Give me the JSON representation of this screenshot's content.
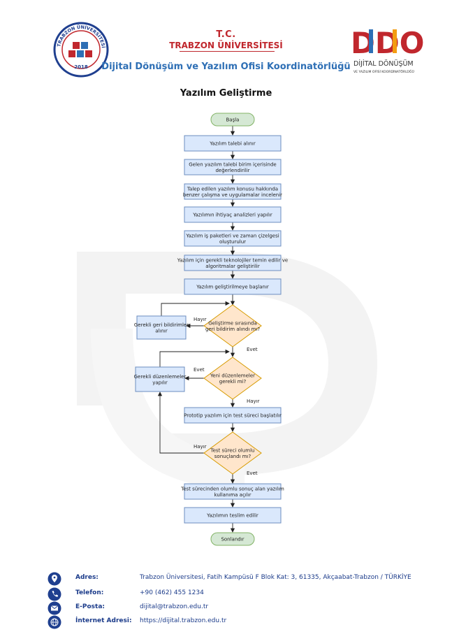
{
  "header": {
    "tc": "T.C.",
    "university": "TRABZON ÜNİVERSİTESİ",
    "office": "Dijital Dönüşüm ve Yazılım Ofisi Koordinatörlüğü",
    "left_logo": {
      "ring_text": "TRABZON ÜNİVERSİTESİ",
      "year": "2018"
    },
    "right_logo": {
      "mark": "DDO",
      "line1": "DİJİTAL DÖNÜŞÜM",
      "line2": "VE YAZILIM OFİSİ KOORDİNATÖRLÜĞÜ"
    }
  },
  "title": "Yazılım Geliştirme",
  "flow": {
    "start": "Başla",
    "end": "Sonlandır",
    "steps": [
      [
        "Yazılım talebi alınır"
      ],
      [
        "Gelen yazılım talebi birim içerisinde",
        "değerlendirilir"
      ],
      [
        "Talep edilen yazılım konusu hakkında",
        "benzer çalışma ve uygulamalar incelenir"
      ],
      [
        "Yazılımın ihtiyaç analizleri yapılır"
      ],
      [
        "Yazılım iş paketleri ve zaman çizelgesi",
        "oluşturulur"
      ],
      [
        "Yazılım için gerekli teknolojiler temin edilir ve",
        "algoritmalar geliştirilir"
      ],
      [
        "Yazılım geliştirilmeye başlanır"
      ]
    ],
    "decision1": [
      "Geliştirme sırasında",
      "geri bildirim alındı mı?"
    ],
    "side1": [
      "Gerekli geri bildirimler",
      "alınır"
    ],
    "decision2": [
      "Yeni düzenlemeler",
      "gerekli mi?"
    ],
    "side2": [
      "Gerekli düzenlemeler",
      "yapılır"
    ],
    "step_test": [
      "Prototip yazılım için test süreci başlatılır"
    ],
    "decision3": [
      "Test süreci olumlu",
      "sonuçlandı mı?"
    ],
    "step_use": [
      "Test sürecinden olumlu sonuç alan yazılım",
      "kullanıma açılır"
    ],
    "step_deliver": [
      "Yazılımın teslim edilir"
    ],
    "labels": {
      "yes": "Evet",
      "no": "Hayır"
    },
    "colors": {
      "start_fill": "#d5e8d4",
      "start_stroke": "#82b366",
      "box_fill": "#dae8fc",
      "box_stroke": "#6c8ebf",
      "diamond_fill": "#ffe6cc",
      "diamond_stroke": "#d79b00"
    }
  },
  "contacts": [
    {
      "icon": "location-icon",
      "label": "Adres:",
      "value": "Trabzon Üniversitesi, Fatih Kampüsü F Blok Kat: 3, 61335, Akçaabat-Trabzon / TÜRKİYE"
    },
    {
      "icon": "phone-icon",
      "label": "Telefon:",
      "value": "+90 (462) 455 1234"
    },
    {
      "icon": "email-icon",
      "label": "E-Posta:",
      "value": "dijital@trabzon.edu.tr"
    },
    {
      "icon": "globe-icon",
      "label": "İnternet Adresi:",
      "value": "https://dijital.trabzon.edu.tr"
    }
  ]
}
